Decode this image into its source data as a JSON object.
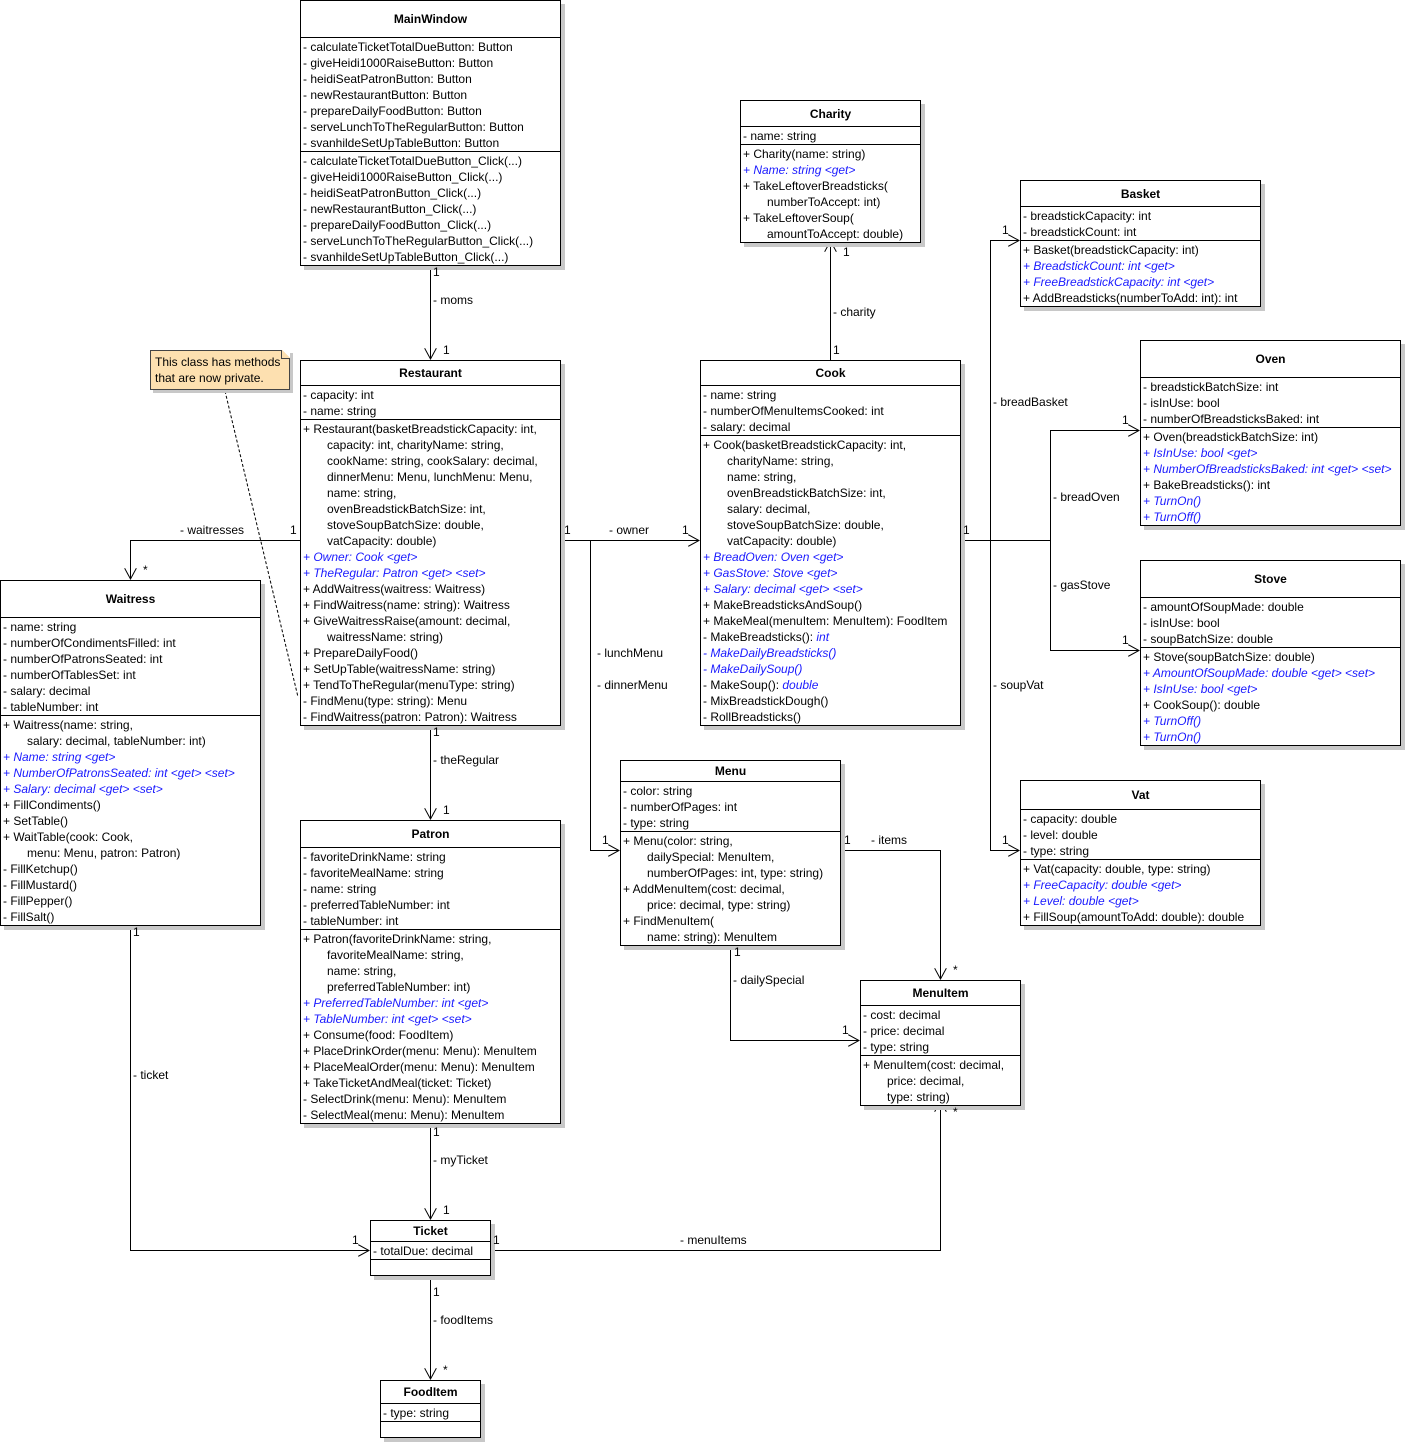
{
  "note": {
    "line1": "This class has methods",
    "line2": "that are now private."
  },
  "classes": [
    {
      "id": "MainWindow",
      "name": "MainWindow",
      "attributes": [
        {
          "text": "- calculateTicketTotalDueButton: Button"
        },
        {
          "text": "- giveHeidi1000RaiseButton: Button"
        },
        {
          "text": "- heidiSeatPatronButton: Button"
        },
        {
          "text": "- newRestaurantButton: Button"
        },
        {
          "text": "- prepareDailyFoodButton: Button"
        },
        {
          "text": "- serveLunchToTheRegularButton: Button"
        },
        {
          "text": "- svanhildeSetUpTableButton: Button"
        }
      ],
      "methods": [
        {
          "text": "- calculateTicketTotalDueButton_Click(...)"
        },
        {
          "text": "- giveHeidi1000RaiseButton_Click(...)"
        },
        {
          "text": "- heidiSeatPatronButton_Click(...)"
        },
        {
          "text": "- newRestaurantButton_Click(...)"
        },
        {
          "text": "- prepareDailyFoodButton_Click(...)"
        },
        {
          "text": "- serveLunchToTheRegularButton_Click(...)"
        },
        {
          "text": "- svanhildeSetUpTableButton_Click(...)"
        }
      ]
    },
    {
      "id": "Charity",
      "name": "Charity",
      "attributes": [
        {
          "text": "- name: string"
        }
      ],
      "methods": [
        {
          "text": "+ Charity(name: string)"
        },
        {
          "text": "+ Name: string <get>",
          "italic": true
        },
        {
          "text": "+ TakeLeftoverBreadsticks("
        },
        {
          "text": "numberToAccept: int)",
          "indent": true
        },
        {
          "text": "+ TakeLeftoverSoup("
        },
        {
          "text": "amountToAccept: double)",
          "indent": true
        }
      ]
    },
    {
      "id": "Basket",
      "name": "Basket",
      "attributes": [
        {
          "text": "- breadstickCapacity: int"
        },
        {
          "text": "- breadstickCount: int"
        }
      ],
      "methods": [
        {
          "text": "+ Basket(breadstickCapacity: int)"
        },
        {
          "text": "+ BreadstickCount: int <get>",
          "italic": true
        },
        {
          "text": "+ FreeBreadstickCapacity: int <get>",
          "italic": true
        },
        {
          "text": "+ AddBreadsticks(numberToAdd: int): int"
        }
      ]
    },
    {
      "id": "Restaurant",
      "name": "Restaurant",
      "attributes": [
        {
          "text": "- capacity: int"
        },
        {
          "text": "- name: string"
        }
      ],
      "methods": [
        {
          "text": "+ Restaurant(basketBreadstickCapacity: int,"
        },
        {
          "text": "capacity: int, charityName: string,",
          "indent": true
        },
        {
          "text": "cookName: string, cookSalary: decimal,",
          "indent": true
        },
        {
          "text": "dinnerMenu: Menu, lunchMenu: Menu,",
          "indent": true
        },
        {
          "text": "name: string,",
          "indent": true
        },
        {
          "text": "ovenBreadstickBatchSize: int,",
          "indent": true
        },
        {
          "text": "stoveSoupBatchSize: double,",
          "indent": true
        },
        {
          "text": "vatCapacity: double)",
          "indent": true
        },
        {
          "text": "+ Owner: Cook <get>",
          "italic": true
        },
        {
          "text": "+ TheRegular: Patron <get> <set>",
          "italic": true
        },
        {
          "text": "+ AddWaitress(waitress: Waitress)"
        },
        {
          "text": "+ FindWaitress(name: string): Waitress"
        },
        {
          "text": "+ GiveWaitressRaise(amount: decimal,"
        },
        {
          "text": "waitressName: string)",
          "indent": true
        },
        {
          "text": "+ PrepareDailyFood()"
        },
        {
          "text": "+ SetUpTable(waitressName: string)"
        },
        {
          "text": "+ TendToTheRegular(menuType: string)"
        },
        {
          "text": "- FindMenu(type: string): Menu"
        },
        {
          "text": "- FindWaitress(patron: Patron): Waitress"
        }
      ]
    },
    {
      "id": "Cook",
      "name": "Cook",
      "attributes": [
        {
          "text": "- name: string"
        },
        {
          "text": "- numberOfMenuItemsCooked: int"
        },
        {
          "text": "- salary: decimal"
        }
      ],
      "methods": [
        {
          "text": "+ Cook(basketBreadstickCapacity: int,"
        },
        {
          "text": "charityName: string,",
          "indent": true
        },
        {
          "text": "name: string,",
          "indent": true
        },
        {
          "text": "ovenBreadstickBatchSize: int,",
          "indent": true
        },
        {
          "text": "salary: decimal,",
          "indent": true
        },
        {
          "text": "stoveSoupBatchSize: double,",
          "indent": true
        },
        {
          "text": "vatCapacity: double)",
          "indent": true
        },
        {
          "text": "+ BreadOven: Oven <get>",
          "italic": true
        },
        {
          "text": "+ GasStove: Stove <get>",
          "italic": true
        },
        {
          "text": "+ Salary: decimal <get> <set>",
          "italic": true
        },
        {
          "text": "+ MakeBreadsticksAndSoup()"
        },
        {
          "text": "+ MakeMeal(menuItem: MenuItem): FoodItem"
        },
        {
          "text": "- MakeBreadsticks(): ",
          "italic_suffix": "int"
        },
        {
          "text": "- MakeDailyBreadsticks()",
          "italic": true
        },
        {
          "text": "- MakeDailySoup()",
          "italic": true
        },
        {
          "text": "- MakeSoup(): ",
          "italic_suffix": "double"
        },
        {
          "text": "- MixBreadstickDough()"
        },
        {
          "text": "- RollBreadsticks()"
        }
      ]
    },
    {
      "id": "Oven",
      "name": "Oven",
      "attributes": [
        {
          "text": "- breadstickBatchSize: int"
        },
        {
          "text": "- isInUse: bool"
        },
        {
          "text": "- numberOfBreadsticksBaked: int"
        }
      ],
      "methods": [
        {
          "text": "+ Oven(breadstickBatchSize: int)"
        },
        {
          "text": "+ IsInUse: bool <get>",
          "italic": true
        },
        {
          "text": "+ NumberOfBreadsticksBaked: int <get> <set>",
          "italic": true
        },
        {
          "text": "+ BakeBreadsticks(): int"
        },
        {
          "text": "+ TurnOn()",
          "italic": true
        },
        {
          "text": "+ TurnOff()",
          "italic": true
        }
      ]
    },
    {
      "id": "Stove",
      "name": "Stove",
      "attributes": [
        {
          "text": "- amountOfSoupMade: double"
        },
        {
          "text": "- isInUse: bool"
        },
        {
          "text": "- soupBatchSize: double"
        }
      ],
      "methods": [
        {
          "text": "+ Stove(soupBatchSize: double)"
        },
        {
          "text": "+ AmountOfSoupMade: double <get> <set>",
          "italic": true
        },
        {
          "text": "+ IsInUse: bool <get>",
          "italic": true
        },
        {
          "text": "+ CookSoup(): double"
        },
        {
          "text": "+ TurnOff()",
          "italic": true
        },
        {
          "text": "+ TurnOn()",
          "italic": true
        }
      ]
    },
    {
      "id": "Waitress",
      "name": "Waitress",
      "attributes": [
        {
          "text": "- name: string"
        },
        {
          "text": "- numberOfCondimentsFilled: int"
        },
        {
          "text": "- numberOfPatronsSeated: int"
        },
        {
          "text": "- numberOfTablesSet: int"
        },
        {
          "text": "- salary: decimal"
        },
        {
          "text": "- tableNumber: int"
        }
      ],
      "methods": [
        {
          "text": "+ Waitress(name: string,"
        },
        {
          "text": "salary: decimal, tableNumber: int)",
          "indent": true
        },
        {
          "text": "+ Name: string <get>",
          "italic": true
        },
        {
          "text": "+ NumberOfPatronsSeated: int <get> <set>",
          "italic": true
        },
        {
          "text": "+ Salary: decimal <get> <set>",
          "italic": true
        },
        {
          "text": "+ FillCondiments()"
        },
        {
          "text": "+ SetTable()"
        },
        {
          "text": "+ WaitTable(cook: Cook,"
        },
        {
          "text": "menu: Menu, patron: Patron)",
          "indent": true
        },
        {
          "text": "- FillKetchup()"
        },
        {
          "text": "- FillMustard()"
        },
        {
          "text": "- FillPepper()"
        },
        {
          "text": "- FillSalt()"
        }
      ]
    },
    {
      "id": "Menu",
      "name": "Menu",
      "attributes": [
        {
          "text": "- color: string"
        },
        {
          "text": "- numberOfPages: int"
        },
        {
          "text": "- type: string"
        }
      ],
      "methods": [
        {
          "text": "+ Menu(color: string,"
        },
        {
          "text": "dailySpecial: MenuItem,",
          "indent": true
        },
        {
          "text": "numberOfPages: int, type: string)",
          "indent": true
        },
        {
          "text": "+ AddMenuItem(cost: decimal,"
        },
        {
          "text": "price: decimal, type: string)",
          "indent": true
        },
        {
          "text": "+ FindMenuItem("
        },
        {
          "text": "name: string): MenuItem",
          "indent": true
        }
      ]
    },
    {
      "id": "Vat",
      "name": "Vat",
      "attributes": [
        {
          "text": "- capacity: double"
        },
        {
          "text": "- level: double"
        },
        {
          "text": "- type: string"
        }
      ],
      "methods": [
        {
          "text": "+ Vat(capacity: double, type: string)"
        },
        {
          "text": "+ FreeCapacity: double <get>",
          "italic": true
        },
        {
          "text": "+ Level: double <get>",
          "italic": true
        },
        {
          "text": "+ FillSoup(amountToAdd: double): double"
        }
      ]
    },
    {
      "id": "MenuItem",
      "name": "MenuItem",
      "attributes": [
        {
          "text": "- cost: decimal"
        },
        {
          "text": "- price: decimal"
        },
        {
          "text": "- type: string"
        }
      ],
      "methods": [
        {
          "text": "+ MenuItem(cost: decimal,"
        },
        {
          "text": "price: decimal,",
          "indent": true
        },
        {
          "text": "type: string)",
          "indent": true
        }
      ]
    },
    {
      "id": "Patron",
      "name": "Patron",
      "attributes": [
        {
          "text": "- favoriteDrinkName: string"
        },
        {
          "text": "- favoriteMealName: string"
        },
        {
          "text": "- name: string"
        },
        {
          "text": "- preferredTableNumber: int"
        },
        {
          "text": "- tableNumber: int"
        }
      ],
      "methods": [
        {
          "text": "+ Patron(favoriteDrinkName: string,"
        },
        {
          "text": "favoriteMealName: string,",
          "indent": true
        },
        {
          "text": "name: string,",
          "indent": true
        },
        {
          "text": "preferredTableNumber: int)",
          "indent": true
        },
        {
          "text": "+ PreferredTableNumber: int <get>",
          "italic": true
        },
        {
          "text": "+ TableNumber: int <get> <set>",
          "italic": true
        },
        {
          "text": "+ Consume(food: FoodItem)"
        },
        {
          "text": "+ PlaceDrinkOrder(menu: Menu): MenuItem"
        },
        {
          "text": "+ PlaceMealOrder(menu: Menu): MenuItem"
        },
        {
          "text": "+ TakeTicketAndMeal(ticket: Ticket)"
        },
        {
          "text": "- SelectDrink(menu: Menu): MenuItem"
        },
        {
          "text": "- SelectMeal(menu: Menu): MenuItem"
        }
      ]
    },
    {
      "id": "Ticket",
      "name": "Ticket",
      "attributes": [
        {
          "text": "- totalDue: decimal"
        }
      ],
      "methods": []
    },
    {
      "id": "FoodItem",
      "name": "FoodItem",
      "attributes": [
        {
          "text": "- type: string"
        }
      ],
      "methods": []
    }
  ],
  "associations": [
    {
      "id": "moms",
      "role": "- moms",
      "from_mult": "1",
      "to_mult": "1"
    },
    {
      "id": "waitresses",
      "role": "- waitresses",
      "from_mult": "1",
      "to_mult": "*"
    },
    {
      "id": "owner",
      "role": "- owner",
      "from_mult": "1",
      "to_mult": "1"
    },
    {
      "id": "menus",
      "role": "- lunchMenu",
      "role2": "- dinnerMenu",
      "to_mult": "1"
    },
    {
      "id": "theRegular",
      "role": "- theRegular",
      "from_mult": "1",
      "to_mult": "1"
    },
    {
      "id": "charity",
      "role": "- charity",
      "from_mult": "1",
      "to_mult": "1"
    },
    {
      "id": "cookOut",
      "from_mult": "1"
    },
    {
      "id": "breadBasket",
      "role": "- breadBasket",
      "to_mult": "1"
    },
    {
      "id": "soupVat",
      "role": "- soupVat",
      "to_mult": "1"
    },
    {
      "id": "breadOven",
      "role": "- breadOven",
      "to_mult": "1"
    },
    {
      "id": "gasStove",
      "role": "- gasStove",
      "to_mult": "1"
    },
    {
      "id": "items",
      "role": "- items",
      "from_mult": "1",
      "to_mult": "*"
    },
    {
      "id": "dailySpecial",
      "role": "- dailySpecial",
      "from_mult": "1",
      "to_mult": "1"
    },
    {
      "id": "ticket",
      "role": "- ticket",
      "from_mult": "1",
      "to_mult": "1"
    },
    {
      "id": "myTicket",
      "role": "- myTicket",
      "from_mult": "1",
      "to_mult": "1"
    },
    {
      "id": "menuItems",
      "role": "- menuItems",
      "from_mult": "1",
      "to_mult": "*"
    },
    {
      "id": "foodItems",
      "role": "- foodItems",
      "from_mult": "1",
      "to_mult": "*"
    }
  ]
}
